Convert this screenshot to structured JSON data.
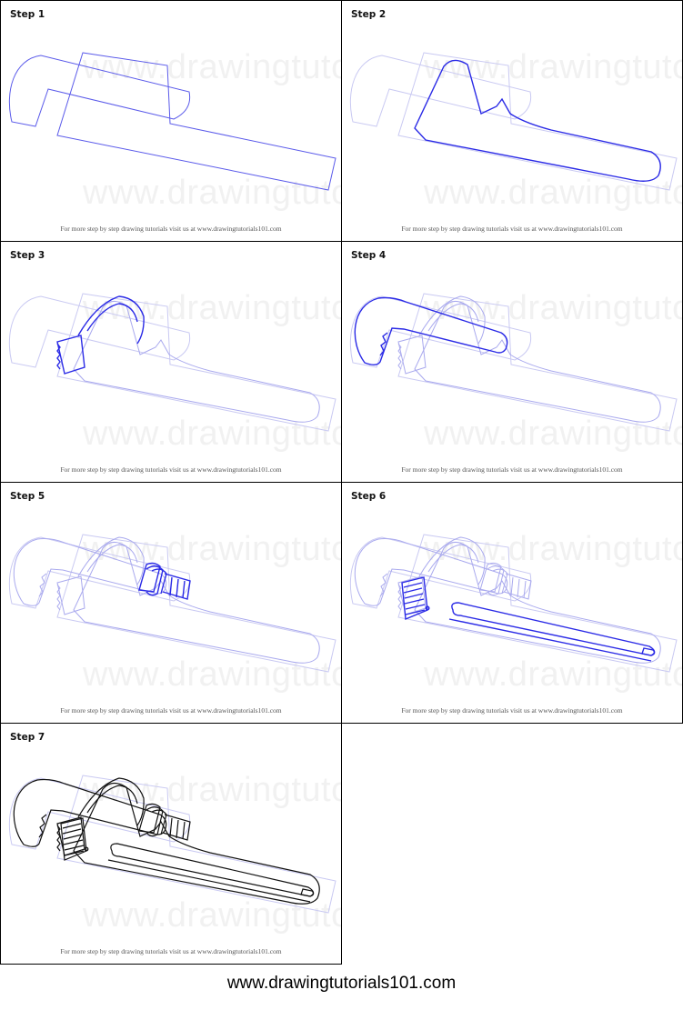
{
  "steps": [
    {
      "label": "Step 1"
    },
    {
      "label": "Step 2"
    },
    {
      "label": "Step 3"
    },
    {
      "label": "Step 4"
    },
    {
      "label": "Step 5"
    },
    {
      "label": "Step 6"
    },
    {
      "label": "Step 7"
    }
  ],
  "panel_credit": "For more step by step drawing tutorials visit us at www.drawingtutorials101.com",
  "watermark": "www.drawingtutorials101.com",
  "site_url": "www.drawingtutorials101.com",
  "colors": {
    "new_line": "#2a2ae6",
    "previous_line": "#a9a9ee",
    "final_line": "#111111"
  }
}
